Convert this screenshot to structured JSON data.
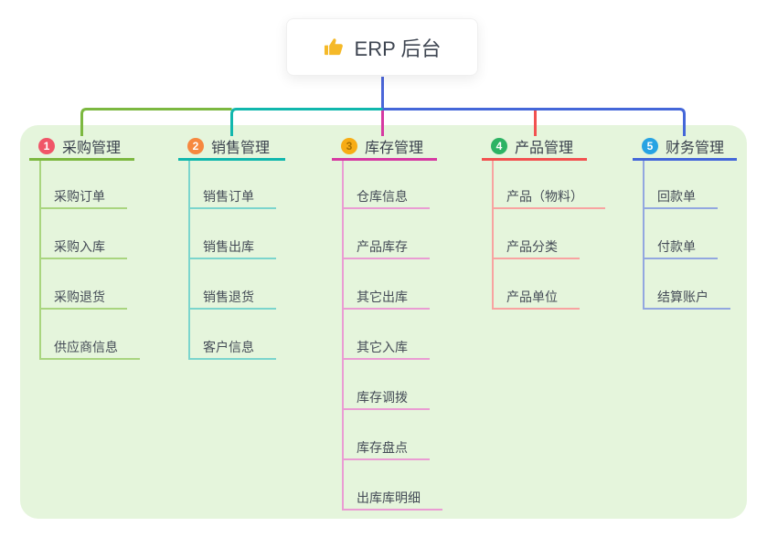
{
  "canvas": {
    "page_background": "#ffffff",
    "panel_background": "#e5f5dc"
  },
  "root": {
    "label": "ERP 后台",
    "icon": "thumbs-up-icon",
    "icon_color": "#f5b928",
    "drop_line_color": "#4b66d9"
  },
  "branches": [
    {
      "number": "1",
      "label": "采购管理",
      "badge_color": "#f05568",
      "badge_text_color": "#ffffff",
      "line_color": "#7cb840",
      "child_line_color": "#a9d57f",
      "children": [
        "采购订单",
        "采购入库",
        "采购退货",
        "供应商信息"
      ]
    },
    {
      "number": "2",
      "label": "销售管理",
      "badge_color": "#f6883f",
      "badge_text_color": "#ffffff",
      "line_color": "#11b7ad",
      "child_line_color": "#7bd5cd",
      "children": [
        "销售订单",
        "销售出库",
        "销售退货",
        "客户信息"
      ]
    },
    {
      "number": "3",
      "label": "库存管理",
      "badge_color": "#f7ac14",
      "badge_text_color": "#a87100",
      "line_color": "#d63aa2",
      "child_line_color": "#ea9cd3",
      "children": [
        "仓库信息",
        "产品库存",
        "其它出库",
        "其它入库",
        "库存调拨",
        "库存盘点",
        "出库库明细"
      ]
    },
    {
      "number": "4",
      "label": "产品管理",
      "badge_color": "#2db364",
      "badge_text_color": "#ffffff",
      "line_color": "#f25150",
      "child_line_color": "#f8a3a1",
      "children": [
        "产品（物料）",
        "产品分类",
        "产品单位"
      ]
    },
    {
      "number": "5",
      "label": "财务管理",
      "badge_color": "#27a3e3",
      "badge_text_color": "#ffffff",
      "line_color": "#4467d9",
      "child_line_color": "#92a7e0",
      "children": [
        "回款单",
        "付款单",
        "结算账户"
      ]
    }
  ]
}
